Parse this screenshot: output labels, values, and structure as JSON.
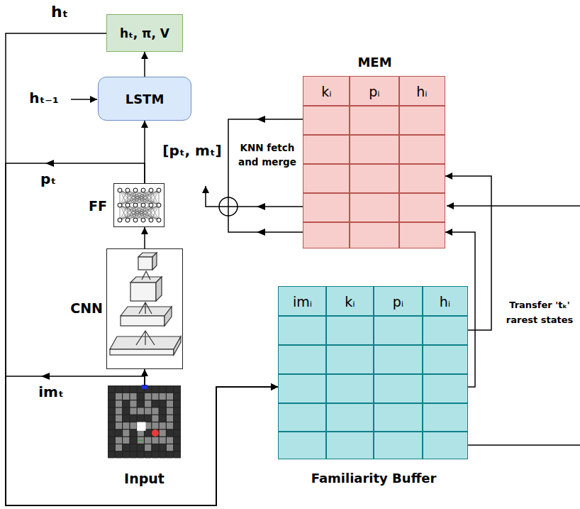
{
  "diagram": {
    "nodes": [
      {
        "text": [
          "hₜ, π, V"
        ]
      },
      {
        "text": [
          "LSTM"
        ]
      },
      {
        "text": [
          "FF"
        ]
      },
      {
        "text": [
          "CNN"
        ]
      },
      {
        "text": [
          "Input"
        ]
      },
      {
        "text": [
          "MEM",
          "kᵢ",
          "pᵢ",
          "hᵢ"
        ]
      },
      {
        "text": [
          "imᵢ",
          "kᵢ",
          "pᵢ",
          "hᵢ",
          "Familiarity Buffer"
        ]
      }
    ],
    "edges": [
      {
        "from": 1,
        "to": 0,
        "arrow": "to"
      },
      {
        "from": 2,
        "to": 1,
        "arrow": "to"
      },
      {
        "from": 3,
        "to": 2,
        "arrow": "to"
      },
      {
        "from": 4,
        "to": 3,
        "arrow": "to"
      },
      {
        "from": 0,
        "to": 6,
        "arrow": "to"
      },
      {
        "from": 2,
        "to": 6,
        "arrow": "to"
      },
      {
        "from": 4,
        "to": 6,
        "arrow": "to"
      },
      {
        "from": 6,
        "to": 5,
        "arrow": "to"
      },
      {
        "from": 6,
        "to": 5,
        "arrow": "to"
      }
    ],
    "labels": [
      "hₜ₋₁",
      "[pₜ, mₜ]",
      "KNN fetch and merge",
      "hₜ",
      "pₜ",
      "imₜ",
      "Transfer 'tₖ' rarest states"
    ]
  }
}
